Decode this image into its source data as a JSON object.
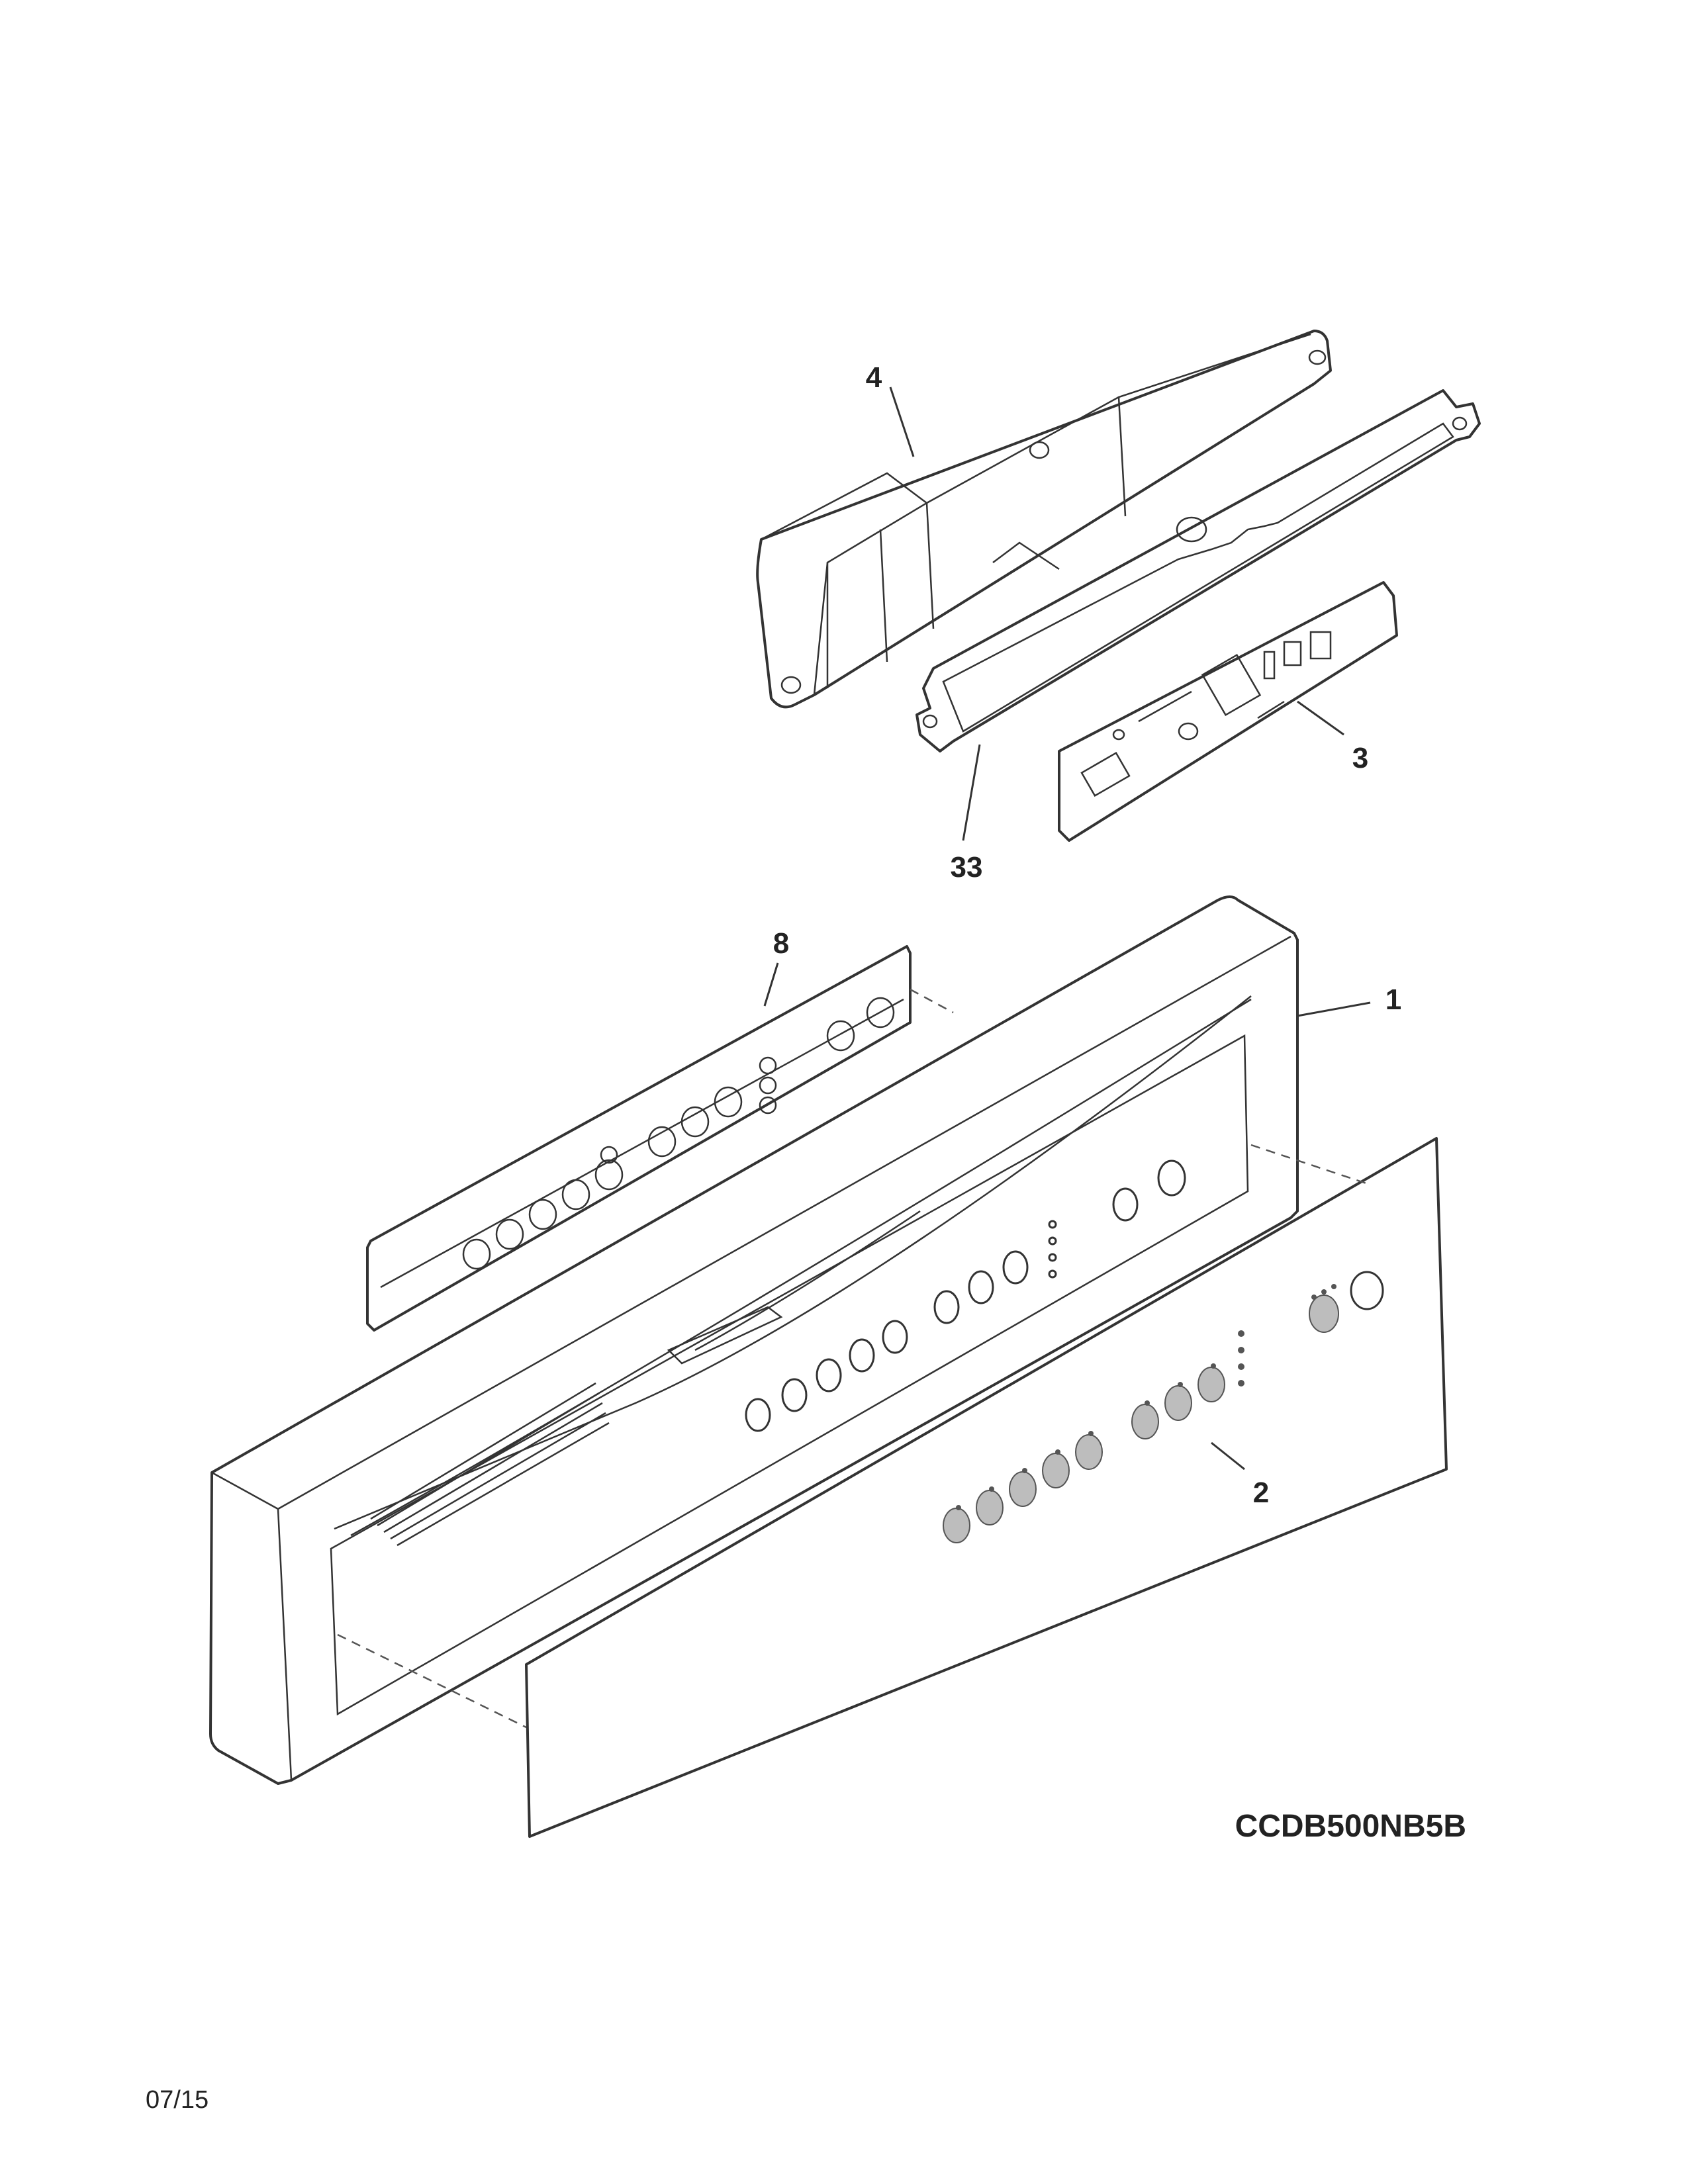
{
  "callouts": [
    {
      "id": "panel",
      "label": "1"
    },
    {
      "id": "overlay",
      "label": "2"
    },
    {
      "id": "control-board",
      "label": "3"
    },
    {
      "id": "board-housing",
      "label": "4"
    },
    {
      "id": "keypad",
      "label": "8"
    },
    {
      "id": "gasket",
      "label": "33"
    }
  ],
  "model_number": "CCDB500NB5B",
  "revision_date": "07/15"
}
